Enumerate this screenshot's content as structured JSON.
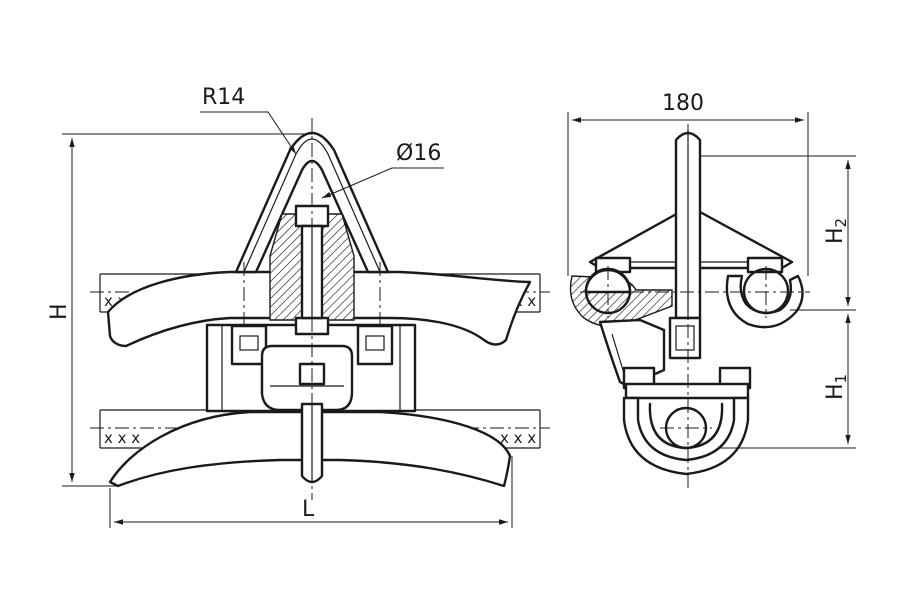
{
  "labels": {
    "radius": "R14",
    "diameter": "Ø16",
    "height": "H",
    "length": "L",
    "width": "180",
    "h2_base": "H",
    "h2_sub": "2",
    "h1_base": "H",
    "h1_sub": "1"
  }
}
